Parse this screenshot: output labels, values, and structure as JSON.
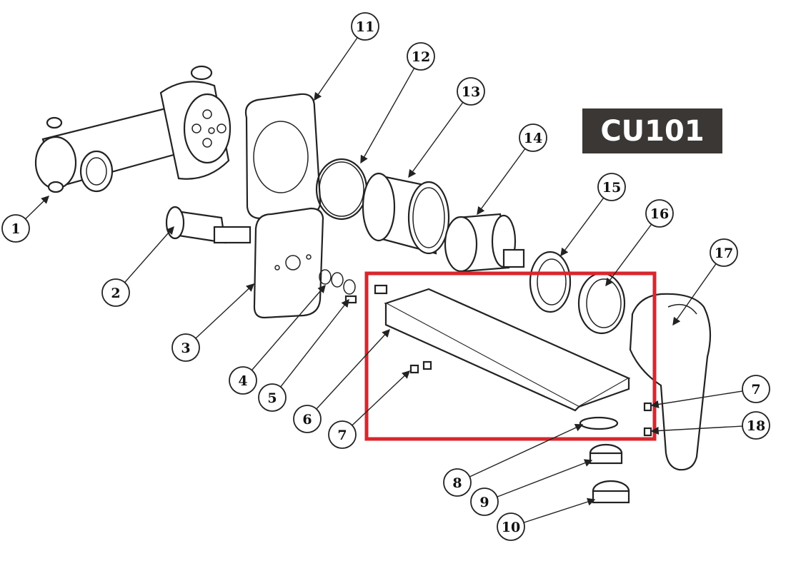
{
  "badge": {
    "text": "CU101",
    "background": "#3a3735",
    "color": "#ffffff"
  },
  "highlight": {
    "color": "#d9262c"
  },
  "callouts": {
    "c1": "1",
    "c2": "2",
    "c3": "3",
    "c4": "4",
    "c5": "5",
    "c6": "6",
    "c7a": "7",
    "c7b": "7",
    "c8": "8",
    "c9": "9",
    "c10": "10",
    "c11": "11",
    "c12": "12",
    "c13": "13",
    "c14": "14",
    "c15": "15",
    "c16": "16",
    "c17": "17",
    "c18": "18"
  }
}
